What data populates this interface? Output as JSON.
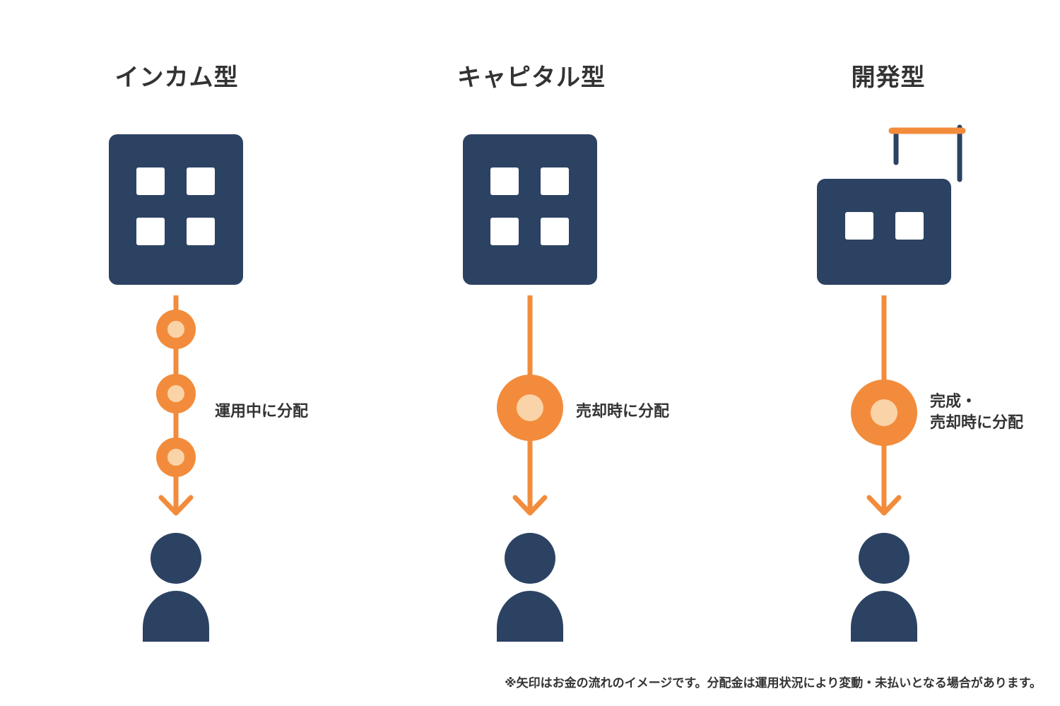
{
  "colors": {
    "navy": "#2c4263",
    "orange": "#f28c3c",
    "peach": "#fbd3a8",
    "text": "#333333",
    "background": "#ffffff"
  },
  "columns": [
    {
      "title": "インカム型",
      "icon": "building-icon",
      "distribution_label": "運用中に分配",
      "coin_count": 3
    },
    {
      "title": "キャピタル型",
      "icon": "building-icon",
      "distribution_label": "売却時に分配",
      "coin_count": 1
    },
    {
      "title": "開発型",
      "icon": "building-under-construction-icon",
      "distribution_label_line1": "完成・",
      "distribution_label_line2": "売却時に分配",
      "coin_count": 1
    }
  ],
  "footnote": "※矢印はお金の流れのイメージです。分配金は運用状況により変動・未払いとなる場合があります。"
}
